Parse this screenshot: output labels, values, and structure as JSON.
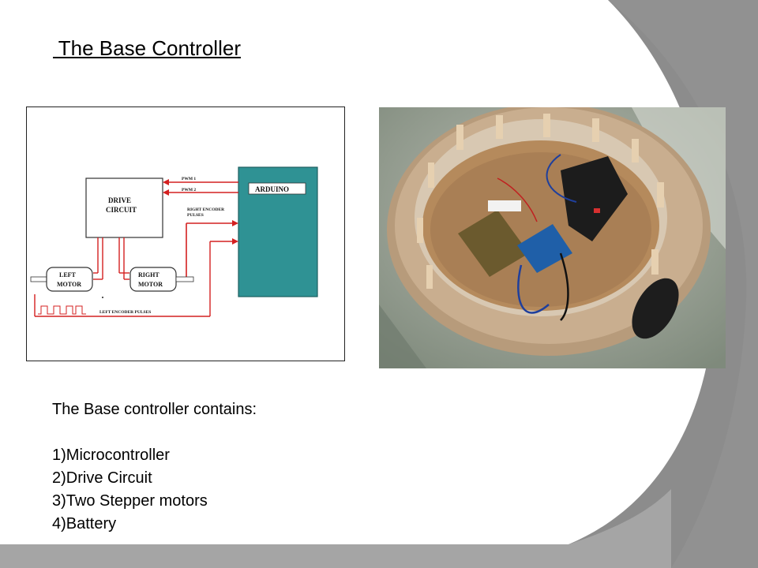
{
  "slide": {
    "title": " The Base Controller",
    "intro": "The Base controller contains:",
    "items": [
      "1)Microcontroller",
      "2)Drive Circuit",
      "3)Two Stepper motors",
      "4)Battery"
    ]
  },
  "diagram": {
    "blocks": {
      "drive": [
        "DRIVE",
        "CIRCUIT"
      ],
      "arduino": "ARDUINO",
      "left_motor": [
        "LEFT",
        "MOTOR"
      ],
      "right_motor": [
        "RIGHT",
        "MOTOR"
      ]
    },
    "signals": {
      "pwm1": "PWM 1",
      "pwm2": "PWM 2",
      "right_encoder": [
        "RIGHT ENCODER",
        "PULSES"
      ],
      "left_encoder": "LEFT ENCODER PULSES"
    }
  },
  "colors": {
    "arduino": "#2f9294",
    "wire": "#d42020",
    "background_gray": "#8c8c8c",
    "slide_white": "#ffffff"
  }
}
